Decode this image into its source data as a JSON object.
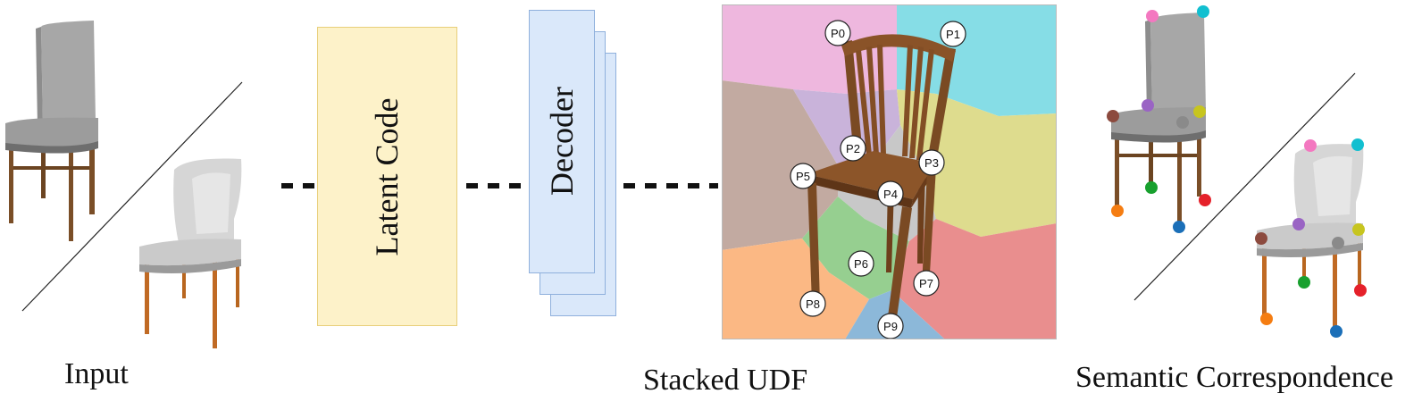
{
  "captions": {
    "input": "Input",
    "stacked_udf": "Stacked UDF",
    "semantic": "Semantic Correspondence"
  },
  "blocks": {
    "latent": "Latent Code",
    "decoder": "Decoder"
  },
  "points": [
    "P0",
    "P1",
    "P2",
    "P3",
    "P4",
    "P5",
    "P6",
    "P7",
    "P8",
    "P9"
  ],
  "colors": {
    "latent_fill": "#fdf2c9",
    "latent_stroke": "#e8cf7a",
    "decoder_fill": "#dae8fa",
    "decoder_stroke": "#8fb0dc",
    "wood": "#7a4a23",
    "region_pink": "#eeb7de",
    "region_cyan": "#86dde6",
    "region_taupe": "#c2aaa1",
    "region_lavender": "#c9b3da",
    "region_olive": "#dedc8e",
    "region_grey": "#c8c8c8",
    "region_green": "#96cf90",
    "region_orange": "#fbb884",
    "region_red": "#e98e8e",
    "region_blue": "#8cb8d9"
  }
}
